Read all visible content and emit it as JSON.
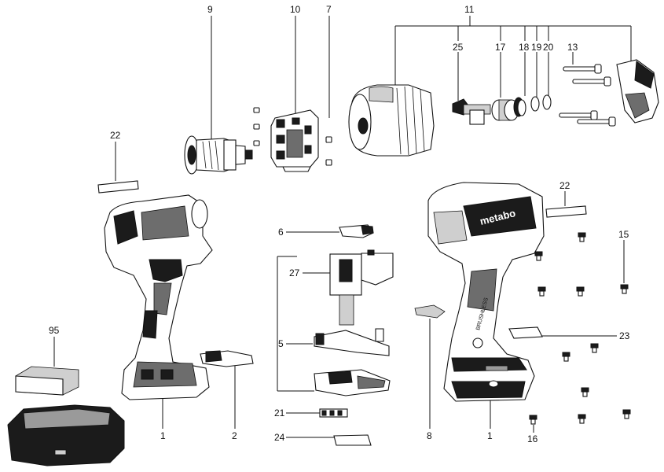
{
  "diagram": {
    "callouts": [
      {
        "id": "c9",
        "text": "9"
      },
      {
        "id": "c10",
        "text": "10"
      },
      {
        "id": "c7",
        "text": "7"
      },
      {
        "id": "c11",
        "text": "11"
      },
      {
        "id": "c25",
        "text": "25"
      },
      {
        "id": "c17",
        "text": "17"
      },
      {
        "id": "c18",
        "text": "18"
      },
      {
        "id": "c19",
        "text": "19"
      },
      {
        "id": "c20",
        "text": "20"
      },
      {
        "id": "c13",
        "text": "13"
      },
      {
        "id": "c22a",
        "text": "22"
      },
      {
        "id": "c22b",
        "text": "22"
      },
      {
        "id": "c15",
        "text": "15"
      },
      {
        "id": "c6",
        "text": "6"
      },
      {
        "id": "c27",
        "text": "27"
      },
      {
        "id": "c5",
        "text": "5"
      },
      {
        "id": "c95",
        "text": "95"
      },
      {
        "id": "c23",
        "text": "23"
      },
      {
        "id": "c1a",
        "text": "1"
      },
      {
        "id": "c2",
        "text": "2"
      },
      {
        "id": "c21",
        "text": "21"
      },
      {
        "id": "c24",
        "text": "24"
      },
      {
        "id": "c8",
        "text": "8"
      },
      {
        "id": "c1b",
        "text": "1"
      },
      {
        "id": "c16",
        "text": "16"
      }
    ],
    "brand_label": "metabo",
    "side_label": "BRUSHLESS"
  }
}
